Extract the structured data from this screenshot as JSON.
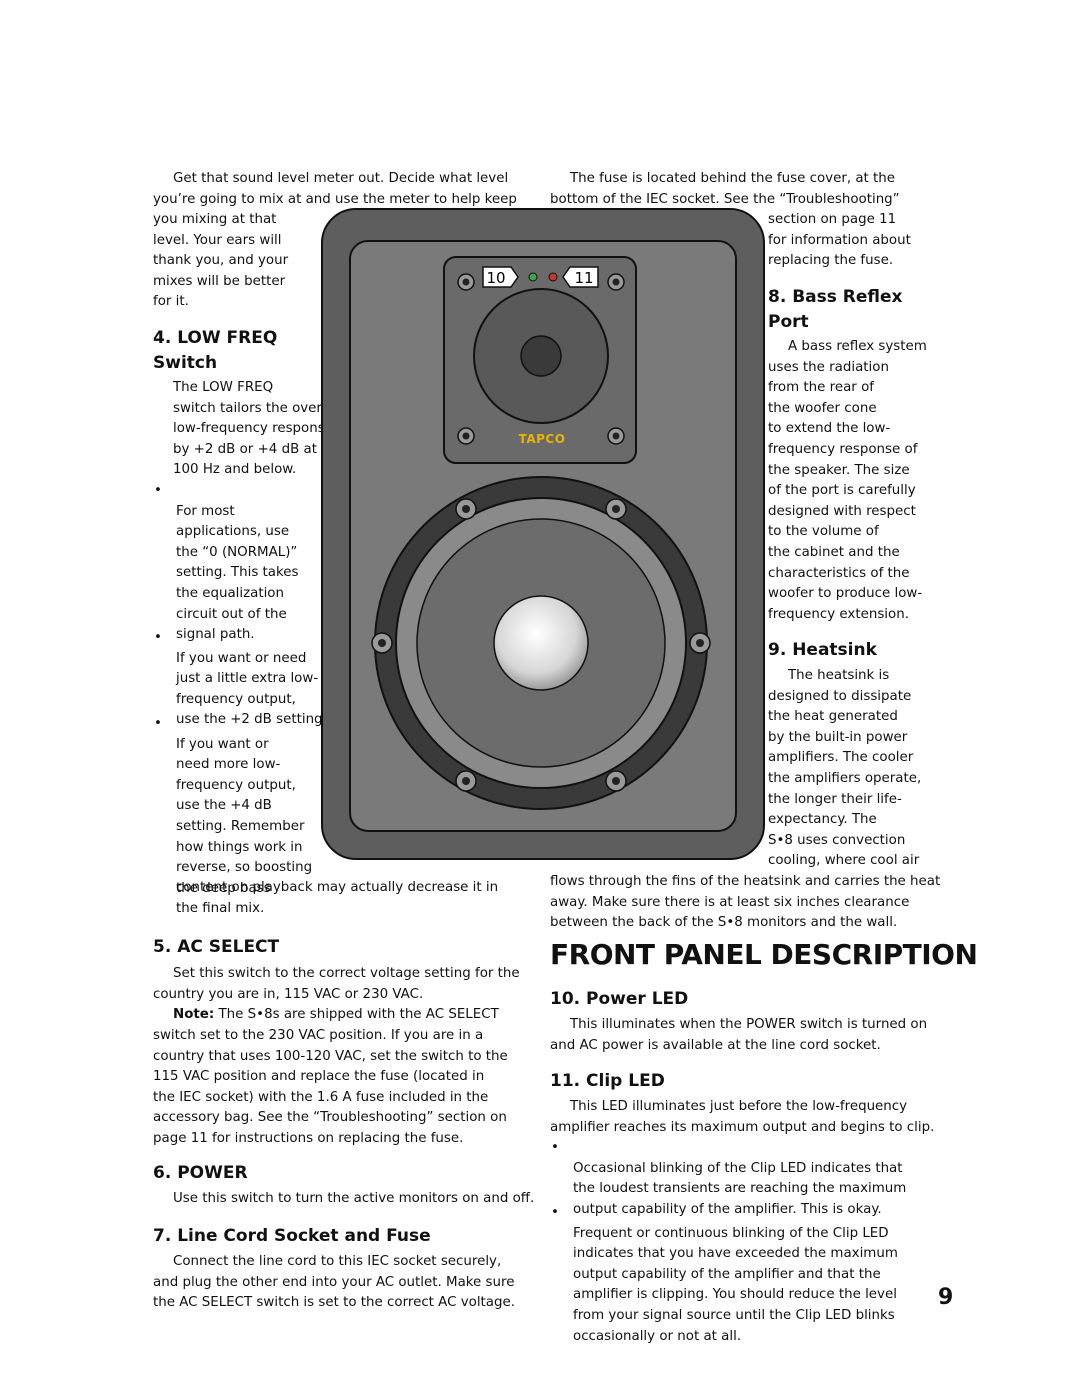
{
  "intro_left": "Get that sound level meter out. Decide what level\nyou’re going to mix at and use the meter to help keep",
  "intro_left_wrap": "you mixing at that\nlevel. Your ears will\nthank you, and your\nmixes will be better\nfor it.",
  "fuse_top": "The fuse is located behind the fuse cover, at the\nbottom of the IEC socket. See the “Troubleshooting”",
  "fuse_wrap": "section on page 11\nfor information about\nreplacing the fuse.",
  "low_freq": {
    "heading": "4. LOW FREQ\nSwitch",
    "body": "The LOW FREQ\nswitch tailors the overall\nlow-frequency response\nby +2 dB or +4 dB at\n100 Hz and below.",
    "bullet1": "For most\napplications, use\nthe “0 (NORMAL)”\nsetting. This takes\nthe equalization\ncircuit out of the\nsignal path.",
    "bullet2": "If you want or need\njust a little extra low-\nfrequency output,\nuse the +2 dB setting.",
    "bullet3": "If you want or\nneed more low-\nfrequency output,\nuse the +4 dB\nsetting. Remember\nhow things work in\nreverse, so boosting\nthe deep bass",
    "bullet3_cont": "content on playback may actually decrease it in\nthe final mix."
  },
  "ac_select": {
    "heading": "5. AC SELECT",
    "body": "Set this switch to the correct voltage setting for the\ncountry you are in, 115 VAC or 230 VAC.",
    "note_label": "Note:",
    "note_first": " The S•8s are shipped with the AC SELECT",
    "note_rest": "switch set to the 230 VAC position. If you are in a\ncountry that uses 100-120 VAC, set the switch to the\n115 VAC position and replace the fuse (located in\nthe IEC socket) with the 1.6 A fuse included in the\naccessory bag. See the “Troubleshooting” section on\npage 11 for instructions on replacing the fuse."
  },
  "power": {
    "heading": "6. POWER",
    "body": "Use this switch to turn the active monitors on and off."
  },
  "line_cord": {
    "heading": "7. Line Cord Socket and Fuse",
    "body": "Connect the line cord to this IEC socket securely,\nand plug the other end into your AC outlet. Make sure\nthe AC SELECT switch is set to the correct AC voltage."
  },
  "bass_reflex": {
    "heading": "8. Bass Reflex\nPort",
    "body": "A bass reflex system\nuses the radiation\nfrom the rear of\nthe woofer cone\nto extend the low-\nfrequency response of\nthe speaker. The size\nof the port is carefully\ndesigned with respect\nto the volume of\nthe cabinet and the\ncharacteristics of the\nwoofer to produce low-\nfrequency extension."
  },
  "heatsink": {
    "heading": "9. Heatsink",
    "body": "The heatsink is\ndesigned to dissipate\nthe heat generated\nby the built-in power\namplifiers. The cooler\nthe amplifiers operate,\nthe longer their life-\nexpectancy. The\nS•8 uses convection\ncooling, where cool air",
    "body_cont": "flows through the fins of the heatsink and carries the heat\naway. Make sure there is at least six inches clearance\nbetween the back of the S•8 monitors and the wall."
  },
  "front_panel_title": "FRONT PANEL DESCRIPTION",
  "power_led": {
    "heading": "10. Power LED",
    "body": "This illuminates when the POWER switch is turned on\nand AC power is available at the line cord socket."
  },
  "clip_led": {
    "heading": "11. Clip LED",
    "body": "This LED illuminates just before the low-frequency\namplifier reaches its maximum output and begins to clip.",
    "bullet1": "Occasional blinking of the Clip LED indicates that\nthe loudest transients are reaching the maximum\noutput capability of the amplifier. This is okay.",
    "bullet2": "Frequent or continuous blinking of the Clip LED\nindicates that you have exceeded the maximum\noutput capability of the amplifier and that the\namplifier is clipping. You should reduce the level\nfrom your signal source until the Clip LED blinks\noccasionally or not at all."
  },
  "bullet_char": "•",
  "figure": {
    "callout_10": "10",
    "callout_11": "11",
    "brand": "TAPCO",
    "colors": {
      "cabinet": "#5e5e5e",
      "baffle": "#7a7a7a",
      "led_power": "#3fa34d",
      "led_clip": "#c0392b",
      "brand": "#e8b400"
    }
  },
  "page_number": "9"
}
